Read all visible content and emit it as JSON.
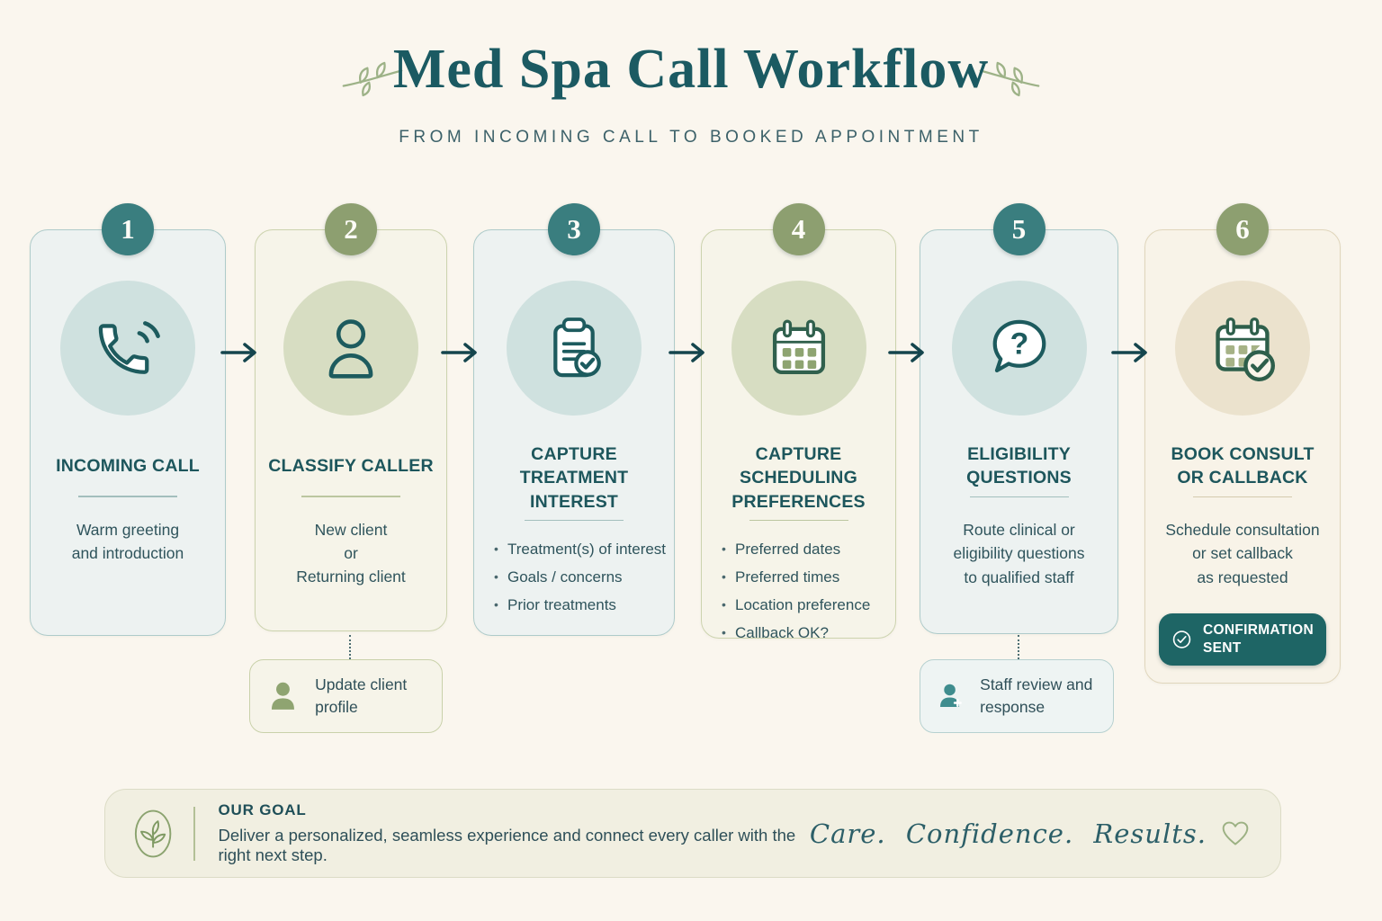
{
  "header": {
    "title": "Med Spa Call Workflow",
    "subtitle": "FROM INCOMING CALL TO BOOKED APPOINTMENT",
    "decorations": [
      "branch-left-icon",
      "branch-right-icon"
    ]
  },
  "steps": [
    {
      "number": "1",
      "theme": "teal",
      "icon": "phone-icon",
      "title_lines": [
        "INCOMING CALL"
      ],
      "body_lines": [
        "Warm greeting",
        "and introduction"
      ]
    },
    {
      "number": "2",
      "theme": "sage",
      "icon": "person-icon",
      "title_lines": [
        "CLASSIFY CALLER"
      ],
      "body_lines": [
        "New client",
        "or",
        "Returning client"
      ]
    },
    {
      "number": "3",
      "theme": "teal",
      "icon": "clipboard-check-icon",
      "title_lines": [
        "CAPTURE TREATMENT",
        "INTEREST"
      ],
      "bullets": [
        "Treatment(s) of interest",
        "Goals / concerns",
        "Prior treatments"
      ]
    },
    {
      "number": "4",
      "theme": "sage",
      "icon": "calendar-icon",
      "title_lines": [
        "CAPTURE SCHEDULING",
        "PREFERENCES"
      ],
      "bullets": [
        "Preferred dates",
        "Preferred times",
        "Location preference",
        "Callback OK?"
      ]
    },
    {
      "number": "5",
      "theme": "teal",
      "icon": "question-bubble-icon",
      "title_lines": [
        "ELIGIBILITY",
        "QUESTIONS"
      ],
      "body_lines": [
        "Route clinical or",
        "eligibility questions",
        "to qualified staff"
      ]
    },
    {
      "number": "6",
      "theme": "beige",
      "icon": "calendar-check-icon",
      "title_lines": [
        "BOOK CONSULT",
        "OR CALLBACK"
      ],
      "body_lines": [
        "Schedule consultation",
        "or set callback",
        "as requested"
      ],
      "status_badge": "CONFIRMATION SENT"
    }
  ],
  "callouts": [
    {
      "theme": "sage",
      "icon": "client-profile-icon",
      "text": "Update client profile"
    },
    {
      "theme": "teal",
      "icon": "staff-add-icon",
      "text": "Staff review and response"
    }
  ],
  "footer": {
    "label": "OUR GOAL",
    "text": "Deliver a personalized, seamless experience and connect every caller with the right next step.",
    "tagline": "Care. Confidence. Results.",
    "leaf_icon": "sprout-icon",
    "heart_icon": "heart-icon"
  },
  "colors": {
    "page_bg": "#faf6ee",
    "teal_dark": "#1d5b60",
    "teal_badge": "#3a7e7f",
    "sage_badge": "#8d9f70",
    "card_teal_bg": "#edf2f1",
    "card_sage_bg": "#f6f4e9",
    "card_beige_bg": "#f8f3e8",
    "icon_circle_teal": "#cfe1df",
    "icon_circle_sage": "#d7ddc2",
    "icon_circle_beige": "#ebe2cd",
    "confirmation_bg": "#1e6565",
    "body_text": "#2f545c",
    "footer_bg": "#f1efe1",
    "sage_accent": "#8ba36f",
    "arrow": "#14454d"
  }
}
